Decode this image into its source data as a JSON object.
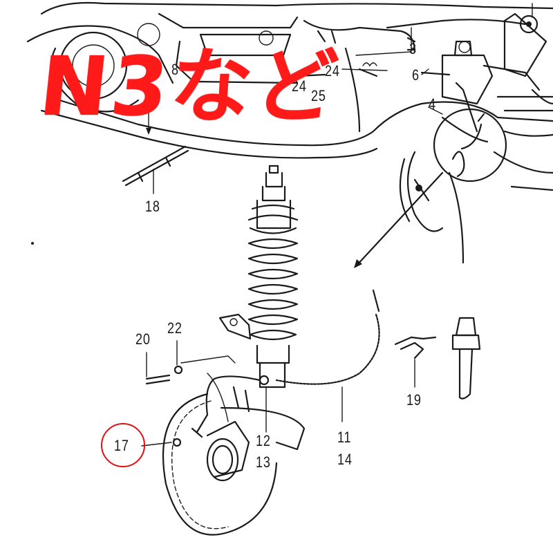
{
  "overlay_text": "N3など",
  "highlight": {
    "part": "17",
    "color": "#e01010"
  },
  "colors": {
    "ink": "#1a1a1a",
    "overlay": "#ff1a1a"
  },
  "labels": {
    "l3": "3",
    "l4": "4",
    "l6": "6",
    "l8": "8",
    "l24a": "24",
    "l24b": "24",
    "l25": "25",
    "l18": "18",
    "l20": "20",
    "l22": "22",
    "l19": "19",
    "l11": "11",
    "l14": "14",
    "l12": "12",
    "l13": "13",
    "l17": "17"
  }
}
